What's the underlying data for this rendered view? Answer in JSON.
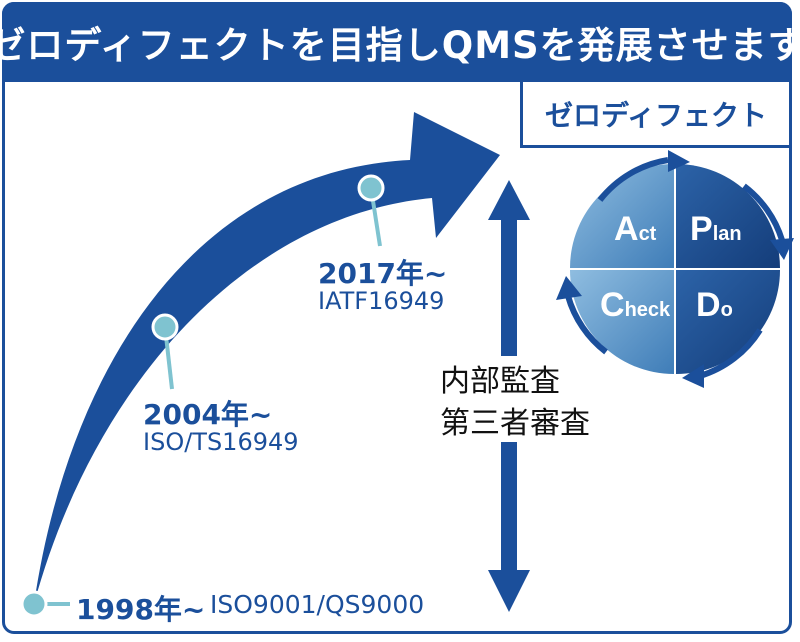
{
  "title": "ゼロディフェクトを目指しQMSを発展させます",
  "zero_defect_label": "ゼロディフェクト",
  "colors": {
    "primary": "#1b4f9b",
    "milestone_marker": "#7fc3d0",
    "pdca_light": "#5f96c4",
    "pdca_dark": "#1c4c8f"
  },
  "milestones": [
    {
      "year": "1998年~",
      "standard": "ISO9001/QS9000"
    },
    {
      "year": "2004年~",
      "standard": "ISO/TS16949"
    },
    {
      "year": "2017年~",
      "standard": "IATF16949"
    }
  ],
  "audit": {
    "line1": "内部監査",
    "line2": "第三者審査"
  },
  "pdca": {
    "act": {
      "initial": "A",
      "rest": "ct"
    },
    "plan": {
      "initial": "P",
      "rest": "lan"
    },
    "check": {
      "initial": "C",
      "rest": "heck"
    },
    "do": {
      "initial": "D",
      "rest": "o"
    }
  }
}
